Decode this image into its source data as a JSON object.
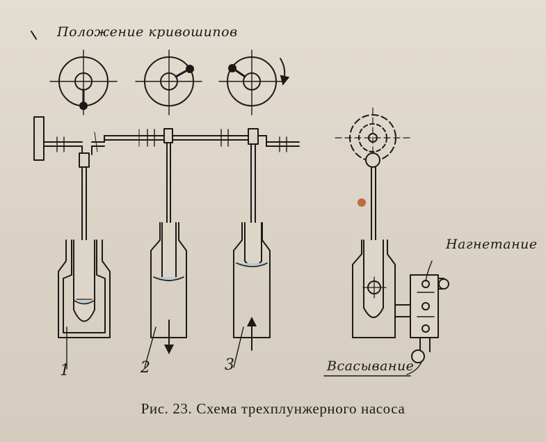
{
  "labels": {
    "crank_positions": "Положение кривошипов",
    "discharge": "Нагнетание",
    "suction": "Всасывание"
  },
  "plungers": [
    "1",
    "2",
    "3"
  ],
  "caption": "Рис. 23. Схема трехплунжерного насоса",
  "colors": {
    "ink": "#1c1a17",
    "paper": "#ddd5c8",
    "liquid": "#b9cbd6",
    "stain": "#b45a2a"
  }
}
